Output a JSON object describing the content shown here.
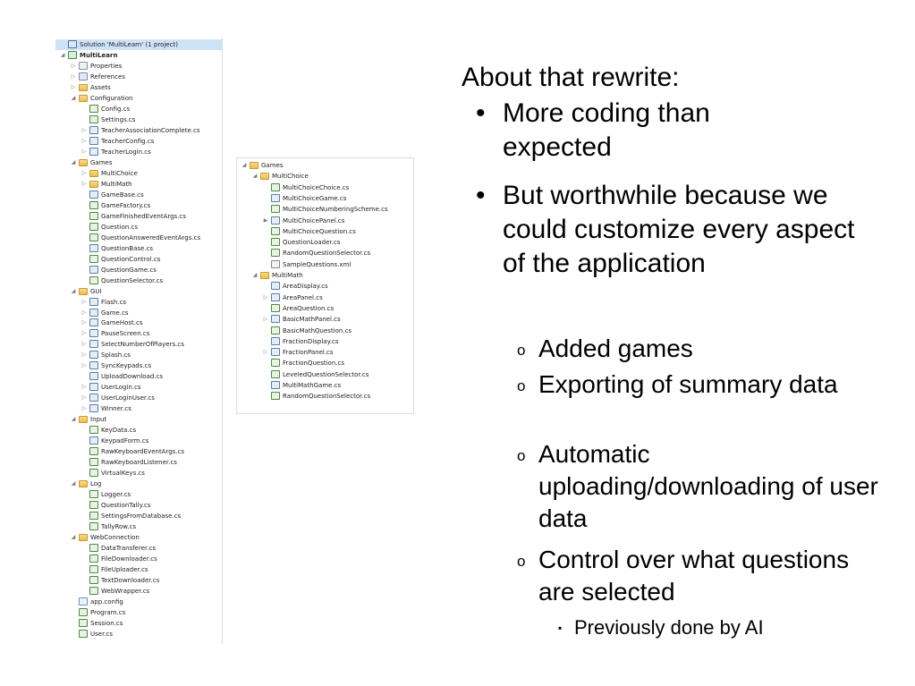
{
  "left_tree": [
    {
      "text": "Solution 'MultiLearn' (1 project)",
      "icon": "sol",
      "arrow": "",
      "indent": 0,
      "bold": false,
      "sel": true
    },
    {
      "text": "MultiLearn",
      "icon": "proj",
      "arrow": "◢",
      "indent": 0,
      "bold": true,
      "sel": false
    },
    {
      "text": "Properties",
      "icon": "props",
      "arrow": "▷",
      "indent": 1
    },
    {
      "text": "References",
      "icon": "refs",
      "arrow": "▷",
      "indent": 1
    },
    {
      "text": "Assets",
      "icon": "folder",
      "arrow": "▷",
      "indent": 1
    },
    {
      "text": "Configuration",
      "icon": "folder",
      "arrow": "◢",
      "indent": 1
    },
    {
      "text": "Config.cs",
      "icon": "cs",
      "arrow": "",
      "indent": 2
    },
    {
      "text": "Settings.cs",
      "icon": "cs",
      "arrow": "",
      "indent": 2
    },
    {
      "text": "TeacherAssociationComplete.cs",
      "icon": "form",
      "arrow": "▷",
      "indent": 2
    },
    {
      "text": "TeacherConfig.cs",
      "icon": "form",
      "arrow": "▷",
      "indent": 2
    },
    {
      "text": "TeacherLogin.cs",
      "icon": "form",
      "arrow": "▷",
      "indent": 2
    },
    {
      "text": "Games",
      "icon": "folder",
      "arrow": "◢",
      "indent": 1
    },
    {
      "text": "MultiChoice",
      "icon": "folder",
      "arrow": "▷",
      "indent": 2
    },
    {
      "text": "MultiMath",
      "icon": "folder",
      "arrow": "▷",
      "indent": 2
    },
    {
      "text": "GameBase.cs",
      "icon": "form",
      "arrow": "",
      "indent": 2
    },
    {
      "text": "GameFactory.cs",
      "icon": "cs",
      "arrow": "",
      "indent": 2
    },
    {
      "text": "GameFinishedEventArgs.cs",
      "icon": "cs",
      "arrow": "",
      "indent": 2
    },
    {
      "text": "Question.cs",
      "icon": "cs",
      "arrow": "",
      "indent": 2
    },
    {
      "text": "QuestionAnsweredEventArgs.cs",
      "icon": "cs",
      "arrow": "",
      "indent": 2
    },
    {
      "text": "QuestionBase.cs",
      "icon": "form",
      "arrow": "",
      "indent": 2
    },
    {
      "text": "QuestionControl.cs",
      "icon": "cs",
      "arrow": "",
      "indent": 2
    },
    {
      "text": "QuestionGame.cs",
      "icon": "form",
      "arrow": "",
      "indent": 2
    },
    {
      "text": "QuestionSelector.cs",
      "icon": "cs",
      "arrow": "",
      "indent": 2
    },
    {
      "text": "GUI",
      "icon": "folder",
      "arrow": "◢",
      "indent": 1
    },
    {
      "text": "Flash.cs",
      "icon": "form",
      "arrow": "▷",
      "indent": 2
    },
    {
      "text": "Game.cs",
      "icon": "form",
      "arrow": "▷",
      "indent": 2
    },
    {
      "text": "GameHost.cs",
      "icon": "form",
      "arrow": "▷",
      "indent": 2
    },
    {
      "text": "PauseScreen.cs",
      "icon": "form",
      "arrow": "▷",
      "indent": 2
    },
    {
      "text": "SelectNumberOfPlayers.cs",
      "icon": "form",
      "arrow": "▷",
      "indent": 2
    },
    {
      "text": "Splash.cs",
      "icon": "form",
      "arrow": "▷",
      "indent": 2
    },
    {
      "text": "SyncKeypads.cs",
      "icon": "form",
      "arrow": "▷",
      "indent": 2
    },
    {
      "text": "UploadDownload.cs",
      "icon": "form",
      "arrow": "",
      "indent": 2
    },
    {
      "text": "UserLogin.cs",
      "icon": "form",
      "arrow": "▷",
      "indent": 2
    },
    {
      "text": "UserLoginUser.cs",
      "icon": "form",
      "arrow": "▷",
      "indent": 2
    },
    {
      "text": "Winner.cs",
      "icon": "form",
      "arrow": "▷",
      "indent": 2
    },
    {
      "text": "Input",
      "icon": "folder",
      "arrow": "◢",
      "indent": 1
    },
    {
      "text": "KeyData.cs",
      "icon": "cs",
      "arrow": "",
      "indent": 2
    },
    {
      "text": "KeypadForm.cs",
      "icon": "form",
      "arrow": "",
      "indent": 2
    },
    {
      "text": "RawKeyboardEventArgs.cs",
      "icon": "cs",
      "arrow": "",
      "indent": 2
    },
    {
      "text": "RawKeyboardListener.cs",
      "icon": "cs",
      "arrow": "",
      "indent": 2
    },
    {
      "text": "VirtualKeys.cs",
      "icon": "cs",
      "arrow": "",
      "indent": 2
    },
    {
      "text": "Log",
      "icon": "folder",
      "arrow": "◢",
      "indent": 1
    },
    {
      "text": "Logger.cs",
      "icon": "cs",
      "arrow": "",
      "indent": 2
    },
    {
      "text": "QuestionTally.cs",
      "icon": "cs",
      "arrow": "",
      "indent": 2
    },
    {
      "text": "SettingsFromDatabase.cs",
      "icon": "cs",
      "arrow": "",
      "indent": 2
    },
    {
      "text": "TallyRow.cs",
      "icon": "cs",
      "arrow": "",
      "indent": 2
    },
    {
      "text": "WebConnection",
      "icon": "folder",
      "arrow": "◢",
      "indent": 1
    },
    {
      "text": "DataTransferer.cs",
      "icon": "cs",
      "arrow": "",
      "indent": 2
    },
    {
      "text": "FileDownloader.cs",
      "icon": "cs",
      "arrow": "",
      "indent": 2
    },
    {
      "text": "FileUploader.cs",
      "icon": "cs",
      "arrow": "",
      "indent": 2
    },
    {
      "text": "TextDownloader.cs",
      "icon": "cs",
      "arrow": "",
      "indent": 2
    },
    {
      "text": "WebWrapper.cs",
      "icon": "cs",
      "arrow": "",
      "indent": 2
    },
    {
      "text": "app.config",
      "icon": "cfg",
      "arrow": "",
      "indent": 1
    },
    {
      "text": "Program.cs",
      "icon": "cs",
      "arrow": "",
      "indent": 1
    },
    {
      "text": "Session.cs",
      "icon": "cs",
      "arrow": "",
      "indent": 1
    },
    {
      "text": "User.cs",
      "icon": "cs",
      "arrow": "",
      "indent": 1
    }
  ],
  "right_tree": [
    {
      "text": "Games",
      "icon": "folder",
      "arrow": "◢",
      "indent": 0
    },
    {
      "text": "MultiChoice",
      "icon": "folder",
      "arrow": "◢",
      "indent": 1
    },
    {
      "text": "MultiChoiceChoice.cs",
      "icon": "cs",
      "arrow": "",
      "indent": 2
    },
    {
      "text": "MultiChoiceGame.cs",
      "icon": "form",
      "arrow": "",
      "indent": 2
    },
    {
      "text": "MultiChoiceNumberingScheme.cs",
      "icon": "cs",
      "arrow": "",
      "indent": 2
    },
    {
      "text": "MultiChoicePanel.cs",
      "icon": "form",
      "arrow": "▶",
      "indent": 2
    },
    {
      "text": "MultiChoiceQuestion.cs",
      "icon": "cs",
      "arrow": "",
      "indent": 2
    },
    {
      "text": "QuestionLoader.cs",
      "icon": "cs",
      "arrow": "",
      "indent": 2
    },
    {
      "text": "RandomQuestionSelector.cs",
      "icon": "cs",
      "arrow": "",
      "indent": 2
    },
    {
      "text": "SampleQuestions.xml",
      "icon": "xml",
      "arrow": "",
      "indent": 2
    },
    {
      "text": "MultiMath",
      "icon": "folder",
      "arrow": "◢",
      "indent": 1
    },
    {
      "text": "AreaDisplay.cs",
      "icon": "form",
      "arrow": "",
      "indent": 2
    },
    {
      "text": "AreaPanel.cs",
      "icon": "form",
      "arrow": "▷",
      "indent": 2
    },
    {
      "text": "AreaQuestion.cs",
      "icon": "cs",
      "arrow": "",
      "indent": 2
    },
    {
      "text": "BasicMathPanel.cs",
      "icon": "form",
      "arrow": "▷",
      "indent": 2
    },
    {
      "text": "BasicMathQuestion.cs",
      "icon": "cs",
      "arrow": "",
      "indent": 2
    },
    {
      "text": "FractionDisplay.cs",
      "icon": "form",
      "arrow": "",
      "indent": 2
    },
    {
      "text": "FractionPanel.cs",
      "icon": "form",
      "arrow": "▷",
      "indent": 2
    },
    {
      "text": "FractionQuestion.cs",
      "icon": "cs",
      "arrow": "",
      "indent": 2
    },
    {
      "text": "LeveledQuestionSelector.cs",
      "icon": "cs",
      "arrow": "",
      "indent": 2
    },
    {
      "text": "MultiMathGame.cs",
      "icon": "form",
      "arrow": "",
      "indent": 2
    },
    {
      "text": "RandomQuestionSelector.cs",
      "icon": "cs",
      "arrow": "",
      "indent": 2
    }
  ],
  "slide": {
    "heading": "About that rewrite:",
    "bullet_mark": "•",
    "sub_mark": "o",
    "subsub_mark": "▪",
    "bullet1": "More coding than expected",
    "bullet2": "But worthwhile because we could customize every aspect of the application",
    "sub1": "Added games",
    "sub2": "Exporting of summary data",
    "sub3": "Automatic uploading/downloading of user data",
    "sub4": "Control over what questions are selected",
    "subsub1": "Previously done by AI"
  }
}
